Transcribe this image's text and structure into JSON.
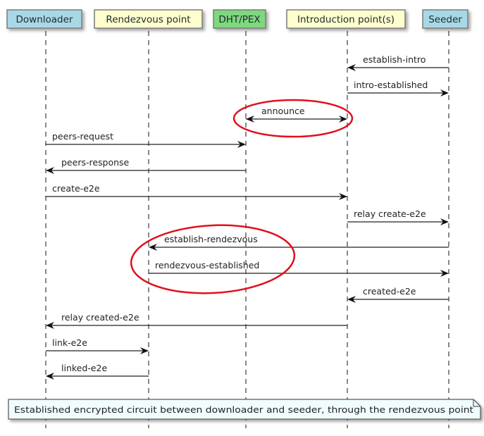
{
  "participants": [
    {
      "id": "downloader",
      "label": "Downloader",
      "color": "#a8d8e6"
    },
    {
      "id": "rendezvous",
      "label": "Rendezvous point",
      "color": "#fefece"
    },
    {
      "id": "dht",
      "label": "DHT/PEX",
      "color": "#7ed87e"
    },
    {
      "id": "intro",
      "label": "Introduction point(s)",
      "color": "#fefece"
    },
    {
      "id": "seeder",
      "label": "Seeder",
      "color": "#a8d8e6"
    }
  ],
  "messages": [
    {
      "from": "seeder",
      "to": "intro",
      "label": "establish-intro",
      "bidirectional": false
    },
    {
      "from": "intro",
      "to": "seeder",
      "label": "intro-established",
      "bidirectional": false
    },
    {
      "from": "dht",
      "to": "intro",
      "label": "announce",
      "bidirectional": true
    },
    {
      "from": "downloader",
      "to": "dht",
      "label": "peers-request",
      "bidirectional": false
    },
    {
      "from": "dht",
      "to": "downloader",
      "label": "peers-response",
      "bidirectional": false
    },
    {
      "from": "downloader",
      "to": "intro",
      "label": "create-e2e",
      "bidirectional": false
    },
    {
      "from": "intro",
      "to": "seeder",
      "label": "relay create-e2e",
      "bidirectional": false
    },
    {
      "from": "seeder",
      "to": "rendezvous",
      "label": "establish-rendezvous",
      "bidirectional": false
    },
    {
      "from": "rendezvous",
      "to": "seeder",
      "label": "rendezvous-established",
      "bidirectional": false
    },
    {
      "from": "seeder",
      "to": "intro",
      "label": "created-e2e",
      "bidirectional": false
    },
    {
      "from": "intro",
      "to": "downloader",
      "label": "relay created-e2e",
      "bidirectional": false
    },
    {
      "from": "downloader",
      "to": "rendezvous",
      "label": "link-e2e",
      "bidirectional": false
    },
    {
      "from": "rendezvous",
      "to": "downloader",
      "label": "linked-e2e",
      "bidirectional": false
    }
  ],
  "highlights": [
    {
      "around_messages": [
        "announce"
      ],
      "color": "#e0101e"
    },
    {
      "around_messages": [
        "establish-rendezvous",
        "rendezvous-established"
      ],
      "color": "#e0101e"
    }
  ],
  "note": {
    "text": "Established encrypted circuit between downloader and seeder, through the rendezvous point",
    "color": "#f0fcfd"
  }
}
